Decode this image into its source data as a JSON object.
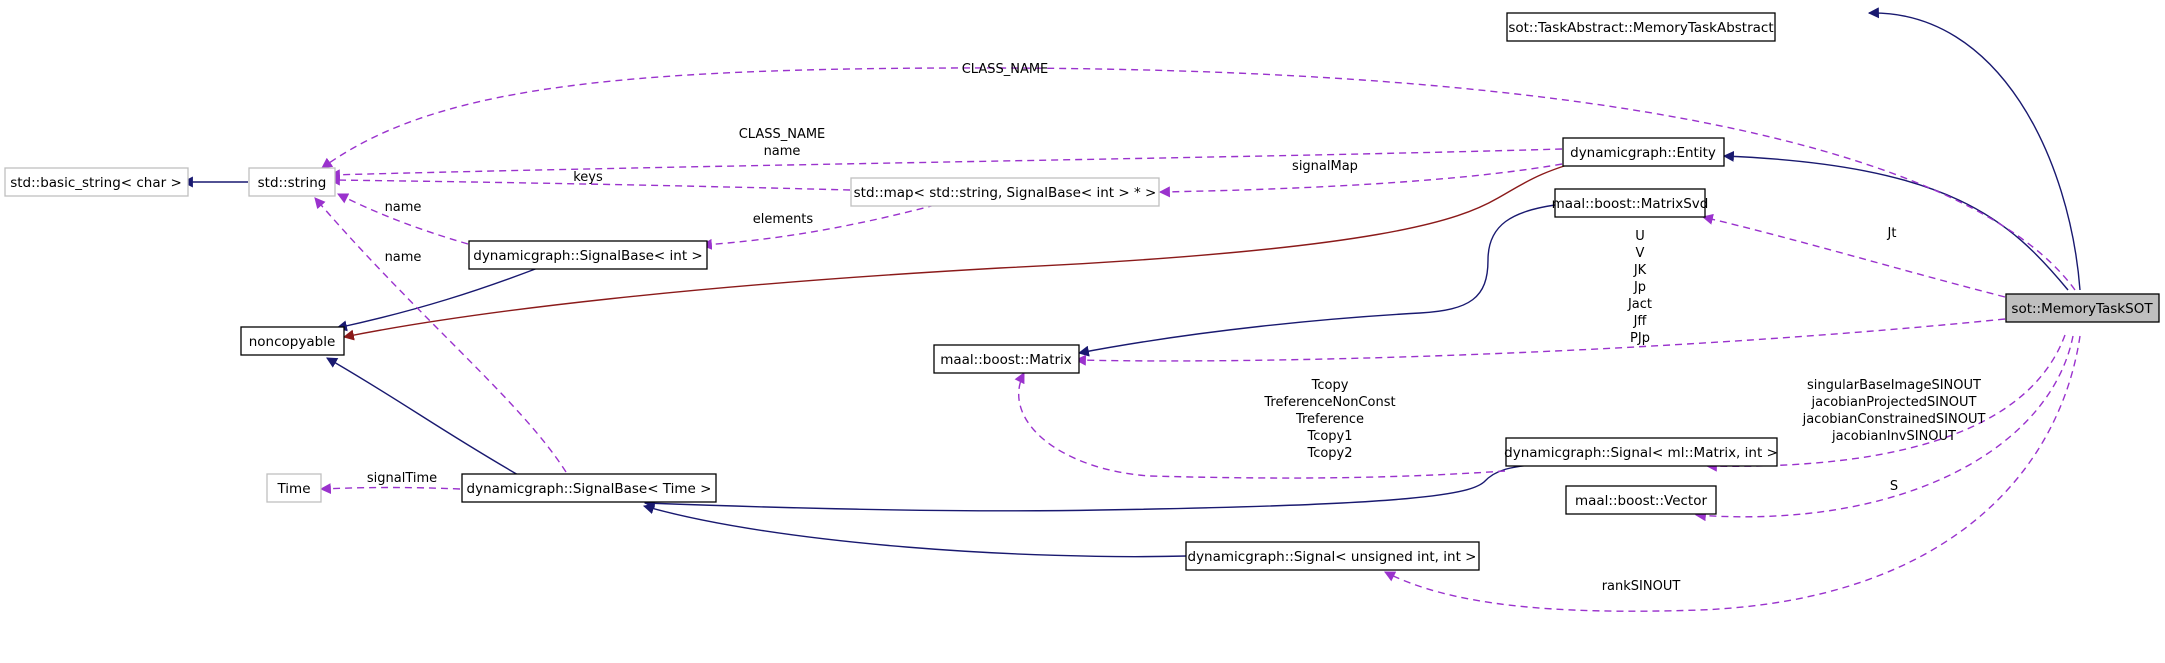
{
  "colors": {
    "inheritance": "#191970",
    "private_inheritance": "#8b1a1a",
    "usage": "#9a32cd",
    "node_border": "#000000",
    "external_border": "#bfbfbf",
    "highlight_fill": "#bfbfbf"
  },
  "nodes": {
    "task_abstract": "sot::TaskAbstract::MemoryTaskAbstract",
    "basic_string": "std::basic_string< char >",
    "std_string": "std::string",
    "entity": "dynamicgraph::Entity",
    "std_map": "std::map< std::string, SignalBase< int > * >",
    "matrix_svd": "maal::boost::MatrixSvd",
    "signalbase_int": "dynamicgraph::SignalBase< int >",
    "noncopyable": "noncopyable",
    "matrix": "maal::boost::Matrix",
    "memory_task_sot": "sot::MemoryTaskSOT",
    "signal_matrix": "dynamicgraph::Signal< ml::Matrix, int >",
    "vector": "maal::boost::Vector",
    "time": "Time",
    "signalbase_time": "dynamicgraph::SignalBase< Time >",
    "signal_uint": "dynamicgraph::Signal< unsigned int, int >"
  },
  "edges": {
    "class_name_top": "CLASS_NAME",
    "class_name_entity": "CLASS_NAME",
    "name_entity": "name",
    "keys": "keys",
    "signal_map": "signalMap",
    "elements": "elements",
    "name_sigint": "name",
    "name_sigtime": "name",
    "jt": "Jt",
    "matrix_members": [
      "U",
      "V",
      "JK",
      "Jp",
      "Jact",
      "Jff",
      "PJp"
    ],
    "tcopy_members": [
      "Tcopy",
      "TreferenceNonConst",
      "Treference",
      "Tcopy1",
      "Tcopy2"
    ],
    "signal_members": [
      "singularBaseImageSINOUT",
      "jacobianProjectedSINOUT",
      "jacobianConstrainedSINOUT",
      "jacobianInvSINOUT"
    ],
    "s": "S",
    "signal_time": "signalTime",
    "rank": "rankSINOUT"
  }
}
